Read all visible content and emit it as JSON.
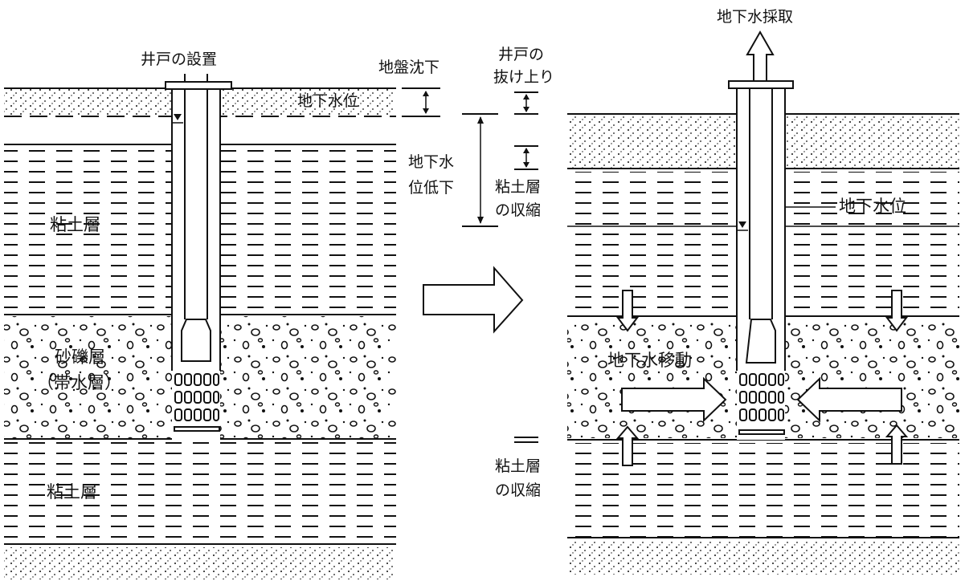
{
  "labels": {
    "well_installation": "井戸の設置",
    "groundwater_level_left": "地下水位",
    "clay_layer_upper": "粘土層",
    "gravel_layer": "砂礫層",
    "aquifer": "（帯水層）",
    "clay_layer_lower": "粘土層",
    "land_subsidence": "地盤沈下",
    "groundwater_drop_line1": "地下水",
    "groundwater_drop_line2": "位低下",
    "well_uplift_line1": "井戸の",
    "well_uplift_line2": "抜け上り",
    "clay_shrink_upper_line1": "粘土層",
    "clay_shrink_upper_line2": "の収縮",
    "clay_shrink_lower_line1": "粘土層",
    "clay_shrink_lower_line2": "の収縮",
    "groundwater_extraction": "地下水採取",
    "groundwater_level_right": "地下水位",
    "groundwater_movement": "地下水移動"
  },
  "colors": {
    "ink": "#111111",
    "background": "#ffffff"
  },
  "icons": [
    "right-arrow-icon",
    "up-arrow-icon",
    "down-arrow-icon",
    "left-arrow-icon",
    "water-level-marker-icon"
  ]
}
